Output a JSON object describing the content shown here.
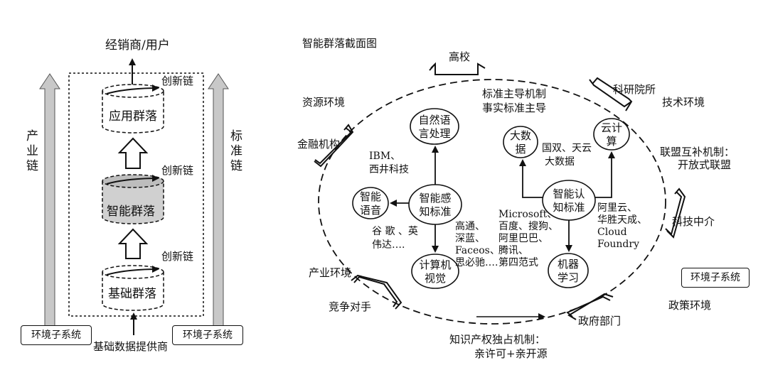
{
  "left": {
    "top_output": "经销商/用户",
    "left_bar_label": "产业链",
    "right_bar_label": "标准链",
    "layers": [
      {
        "name": "应用群落",
        "chain": "创新链"
      },
      {
        "name": "智能群落",
        "chain": "创新链"
      },
      {
        "name": "基础群落",
        "chain": "创新链"
      }
    ],
    "bottom_input": "基础数据提供商",
    "env_left": "环境子系统",
    "env_right": "环境子系统"
  },
  "right": {
    "title": "智能群落截面图",
    "ring_labels": {
      "resource_env": "资源环境",
      "tech_env": "技术环境",
      "industry_env": "产业环境",
      "policy_env": "政策环境",
      "alliance": [
        "联盟互补机制：",
        "开放式联盟"
      ],
      "standard": [
        "标准主导机制",
        "事实标准主导"
      ],
      "ip": [
        "知识产权独占机制：",
        "亲许可+亲开源"
      ]
    },
    "actors": {
      "university": "高校",
      "research": "科研院所",
      "finance": "金融机构",
      "intermediary": "科技中介",
      "competitor": "竞争对手",
      "government": "政府部门"
    },
    "env_box": "环境子系统",
    "nodes": {
      "nlp": [
        "自然语",
        "言处理"
      ],
      "perception": [
        "智能感",
        "知标准"
      ],
      "speech": [
        "智能",
        "语音"
      ],
      "vision": [
        "计算机",
        "视觉"
      ],
      "bigdata": [
        "大数",
        "据"
      ],
      "cloud": [
        "云计",
        "算"
      ],
      "cognition": [
        "智能认",
        "知标准"
      ],
      "ml": [
        "机器",
        "学习"
      ]
    },
    "companies": {
      "ibm": [
        "IBM、",
        "西井科技"
      ],
      "google": [
        "谷 歌 、英",
        "伟达…."
      ],
      "perception_cos": [
        "高通、",
        "深蓝、",
        "Faceos、",
        "思必驰…."
      ],
      "guoshuang": [
        "国双、天云",
        "大数据"
      ],
      "microsoft": [
        "Microsoft、",
        "百度、搜狗、",
        "阿里巴巴、",
        "腾讯、",
        "第四范式"
      ],
      "aliyun": [
        "阿里云、",
        "华胜天成、",
        "Cloud",
        "Foundry"
      ]
    }
  }
}
